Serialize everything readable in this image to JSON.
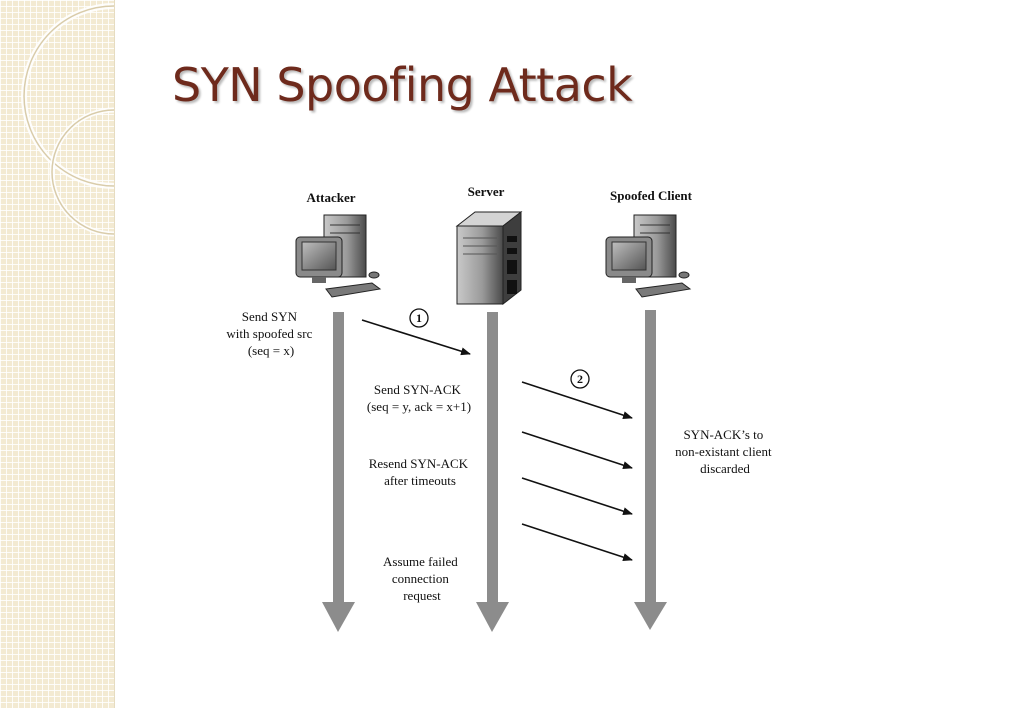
{
  "slide": {
    "title": "SYN Spoofing Attack"
  },
  "diagram": {
    "actors": {
      "attacker": "Attacker",
      "server": "Server",
      "client": "Spoofed Client"
    },
    "steps": {
      "step1_number": "1",
      "step2_number": "2"
    },
    "notes": {
      "send_syn": [
        "Send SYN",
        "with spoofed src",
        "(seq = x)"
      ],
      "send_synack": [
        "Send SYN-ACK",
        "(seq = y, ack = x+1)"
      ],
      "resend": [
        "Resend SYN-ACK",
        "after timeouts"
      ],
      "assume": [
        "Assume failed",
        "connection",
        "request"
      ],
      "discarded": [
        "SYN-ACK’s to",
        "non-existant client",
        "discarded"
      ]
    },
    "colors": {
      "title": "#6e2a1c",
      "lifeline": "#8c8c8c",
      "sidebar": "#f3ead2"
    },
    "icons": {
      "attacker": "desktop-computer-icon",
      "server": "server-tower-icon",
      "client": "desktop-computer-icon"
    }
  }
}
